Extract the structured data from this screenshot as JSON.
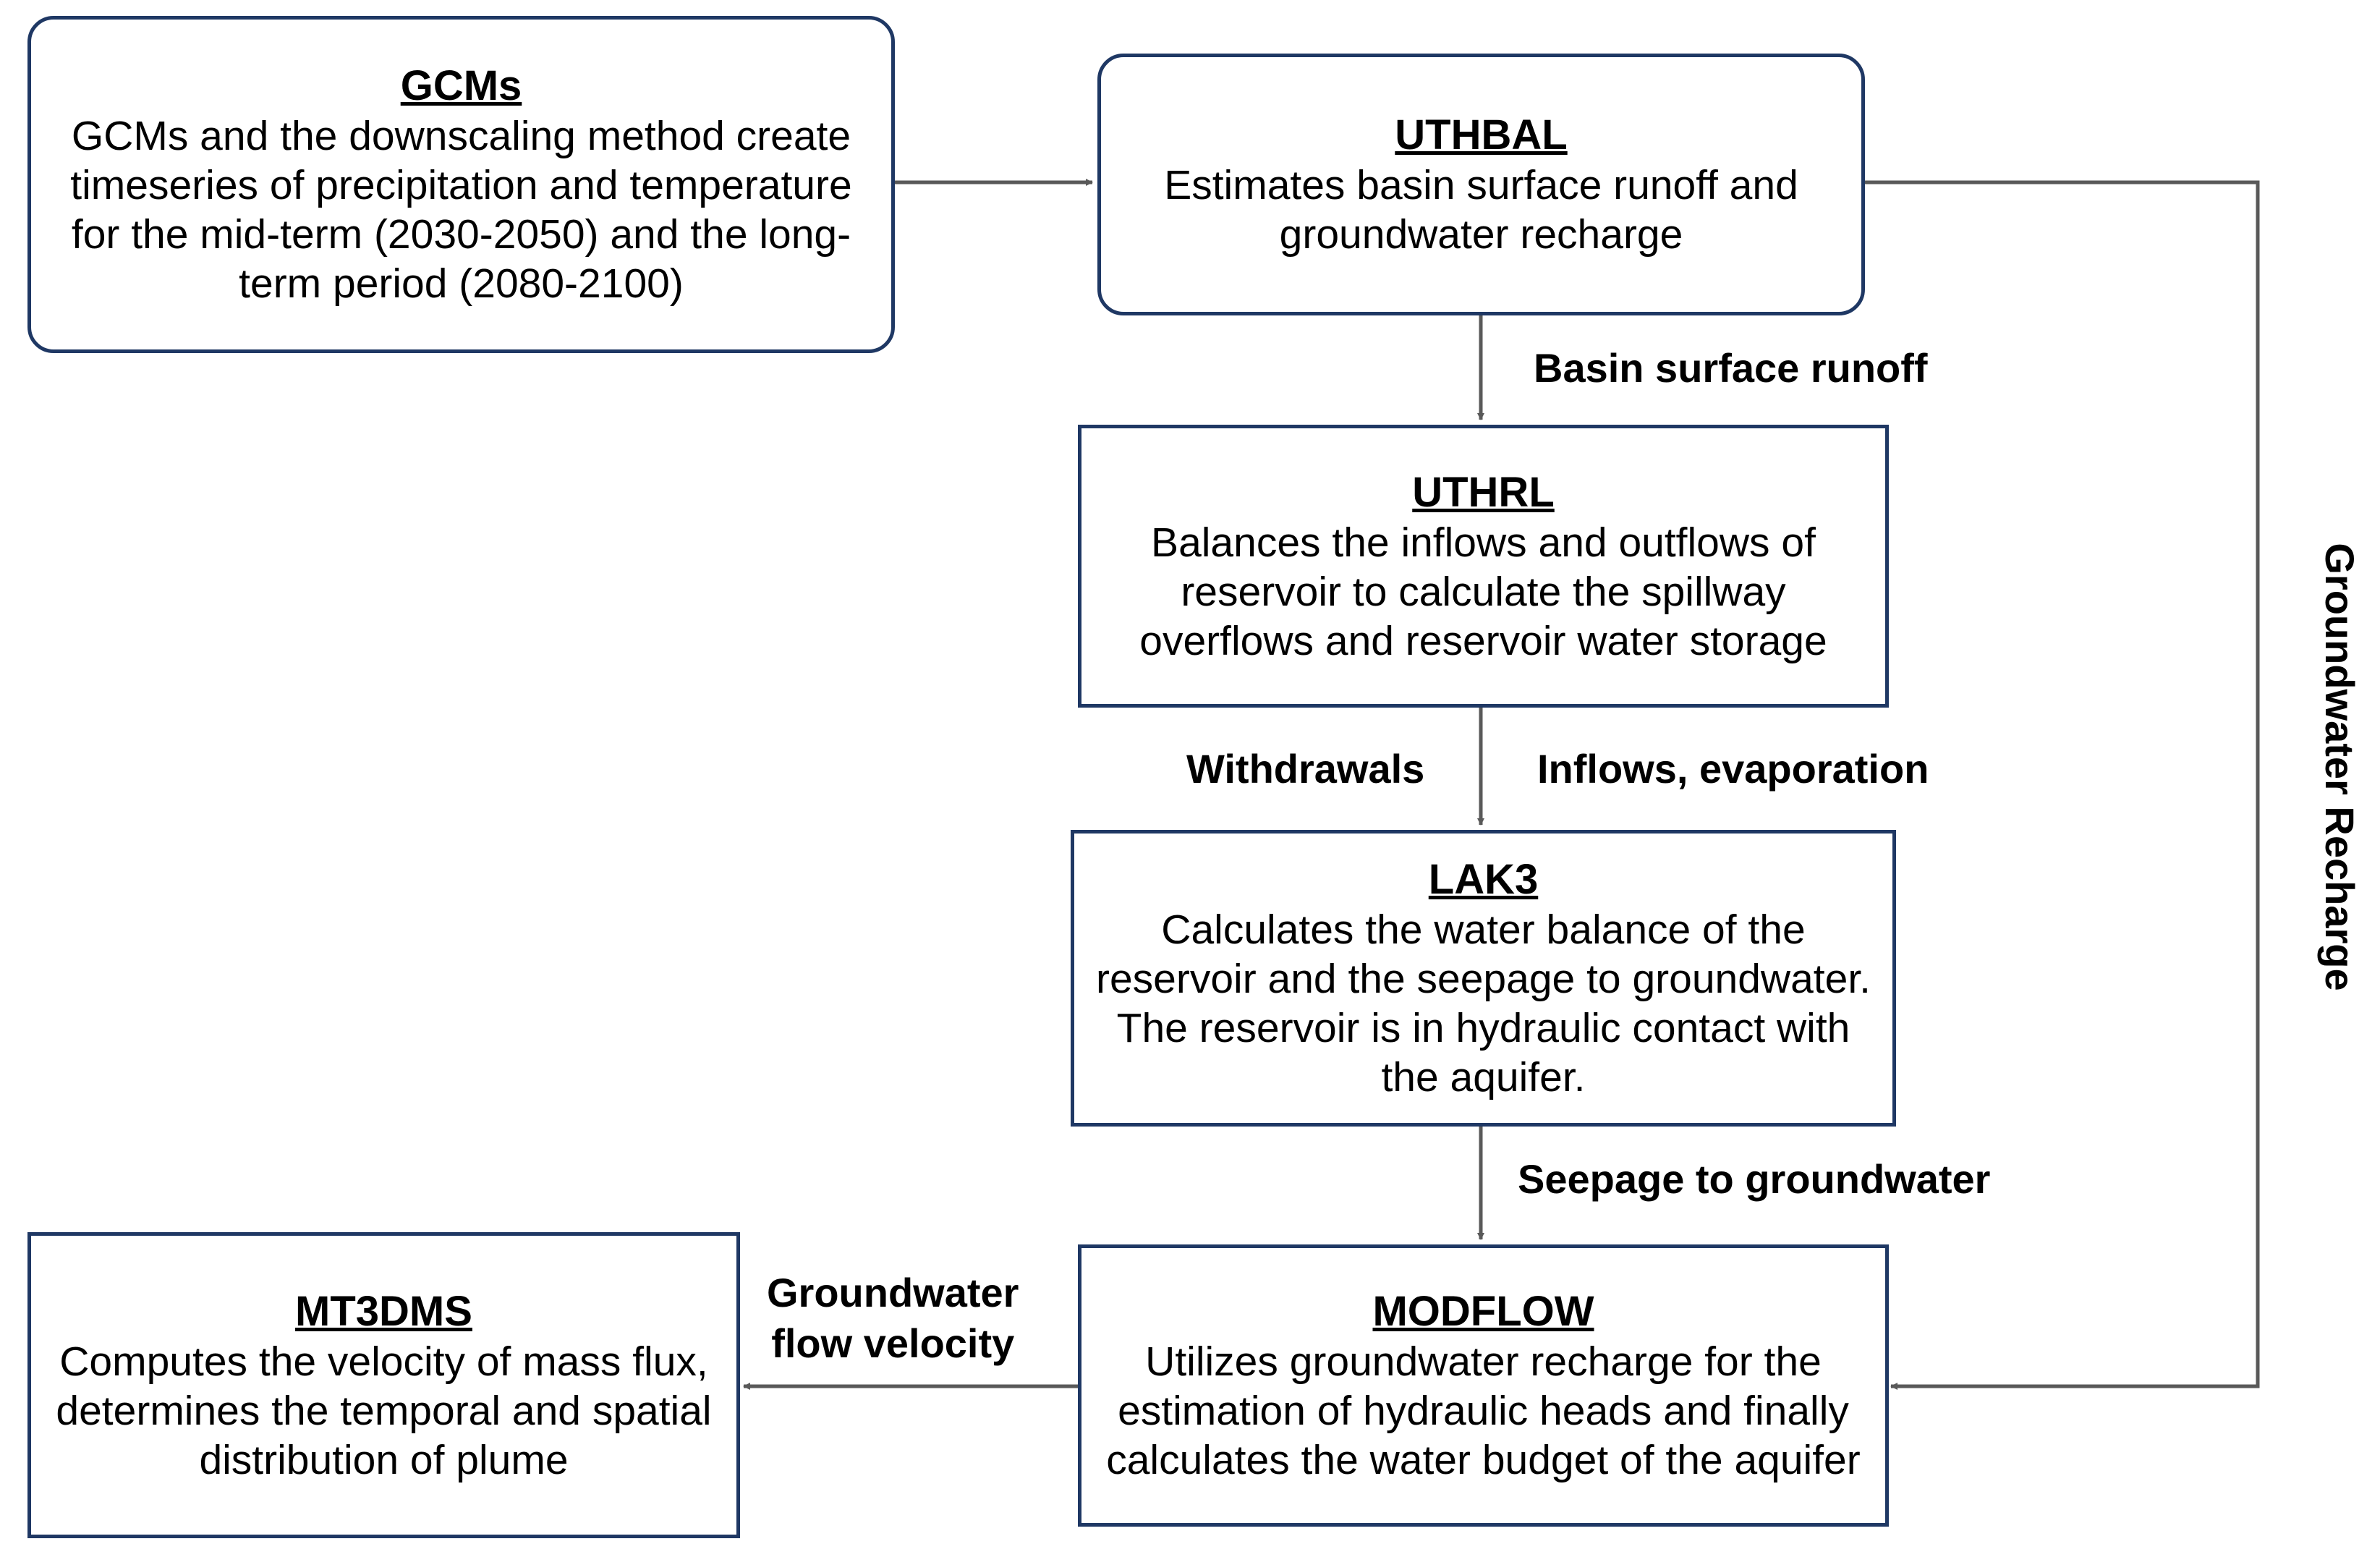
{
  "colors": {
    "box_border": "#1f3864",
    "connector": "#595959"
  },
  "boxes": {
    "gcms": {
      "title": "GCMs",
      "text": "GCMs and the downscaling method create\ntimeseries of precipitation and temperature\nfor the mid-term (2030-2050) and the long-\nterm period (2080-2100)"
    },
    "uthbal": {
      "title": "UTHBAL",
      "text": "Estimates basin surface runoff and\ngroundwater recharge"
    },
    "uthrl": {
      "title": "UTHRL",
      "text": "Balances the inflows and outflows of\nreservoir to calculate the spillway\noverflows and reservoir water storage"
    },
    "lak3": {
      "title": "LAK3",
      "text": "Calculates the water balance of the\nreservoir and the seepage to groundwater.\nThe reservoir is in hydraulic contact with\nthe aquifer."
    },
    "modflow": {
      "title": "MODFLOW",
      "text": "Utilizes  groundwater recharge for the\nestimation of hydraulic heads and finally\ncalculates the water budget of the aquifer"
    },
    "mt3dms": {
      "title": "MT3DMS",
      "text": "Computes the velocity of  mass flux,\ndetermines the temporal and spatial\ndistribution of plume"
    }
  },
  "labels": {
    "basin_runoff": "Basin surface  runoff",
    "withdrawals": "Withdrawals",
    "inflows_evaporation": "Inflows, evaporation",
    "seepage": "Seepage to groundwater",
    "gw_flow_velocity": "Groundwater\nflow velocity",
    "gw_recharge": "Groundwater Recharge"
  }
}
